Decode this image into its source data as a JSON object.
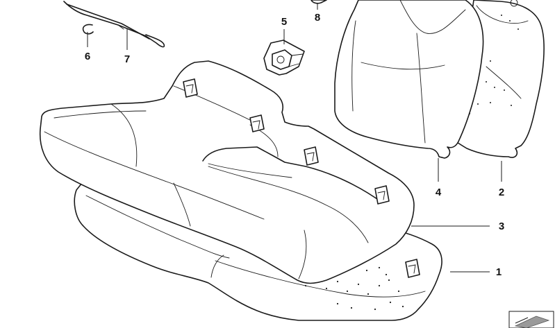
{
  "callouts": {
    "c1": "1",
    "c2": "2",
    "c3": "3",
    "c4": "4",
    "c5": "5",
    "c6": "6",
    "c7": "7",
    "c8": "8"
  },
  "colors": {
    "line": "#1a1a1a",
    "background": "#ffffff"
  },
  "icons": {
    "corner_symbol": "gray-parallelogram-icon"
  }
}
